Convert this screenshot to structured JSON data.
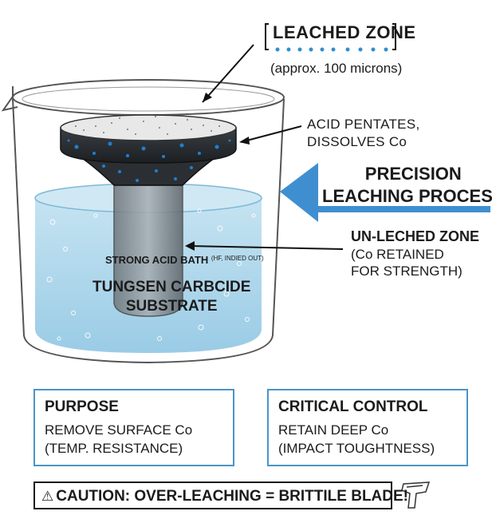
{
  "leached_zone": {
    "title": "LEACHED ZONE",
    "subtitle": "(approx. 100 microns)"
  },
  "acid_label": {
    "line1": "ACID PENTATES,",
    "line2": "DISSOLVES Co"
  },
  "process": {
    "line1": "PRECISION",
    "line2": "LEACHING PROCESS",
    "arrow_color": "#3f8fd0"
  },
  "unleached": {
    "title": "UN-LECHED ZONE",
    "line1": "(Co RETAINED",
    "line2": "FOR STRENGTH)"
  },
  "bath": {
    "label": "STRONG ACID BATH",
    "note": "(HF, INDIED OUT)"
  },
  "substrate": {
    "line1": "TUNGSEN CARBCIDE",
    "line2": "SUBSTRATE"
  },
  "purpose": {
    "title": "PURPOSE",
    "line1": "REMOVE SURFACE Co",
    "line2": "(TEMP. RESISTANCE)"
  },
  "control": {
    "title": "CRITICAL CONTROL",
    "line1": "RETAIN DEEP Co",
    "line2": "(IMPACT TOUGHTNESS)"
  },
  "caution": {
    "icon": "warning-triangle-icon",
    "text": "CAUTION: OVER-LEACHING = BRITTILE BLADE!"
  },
  "colors": {
    "accent": "#4a95c6",
    "liquid": "#a9d4ea",
    "compact": "#2b2f33",
    "bubble": "#1f7fd0"
  }
}
